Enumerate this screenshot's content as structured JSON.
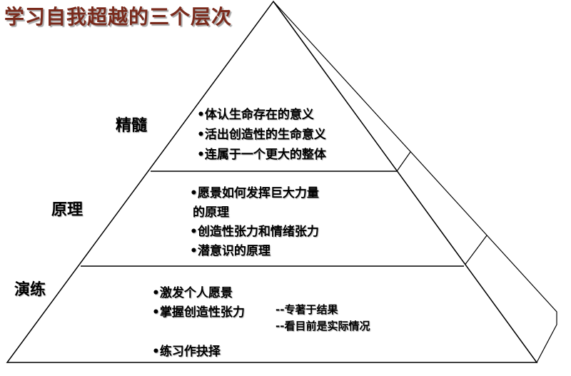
{
  "title": "学习自我超越的三个层次",
  "levels": [
    {
      "name": "精髓",
      "items": [
        "•体认生命存在的意义",
        "•活出创造性的生命意义",
        "•连属于一个更大的整体"
      ]
    },
    {
      "name": "原理",
      "items": [
        "•愿景如何发挥巨大力量",
        "的原理",
        "•创造性张力和情绪张力",
        "•潜意识的原理"
      ]
    },
    {
      "name": "演练",
      "items": [
        "•激发个人愿景",
        "•掌握创造性张力",
        "•练习作抉择"
      ],
      "sub_items": [
        "--专著于结果",
        "--看目前是实际情况"
      ]
    }
  ]
}
